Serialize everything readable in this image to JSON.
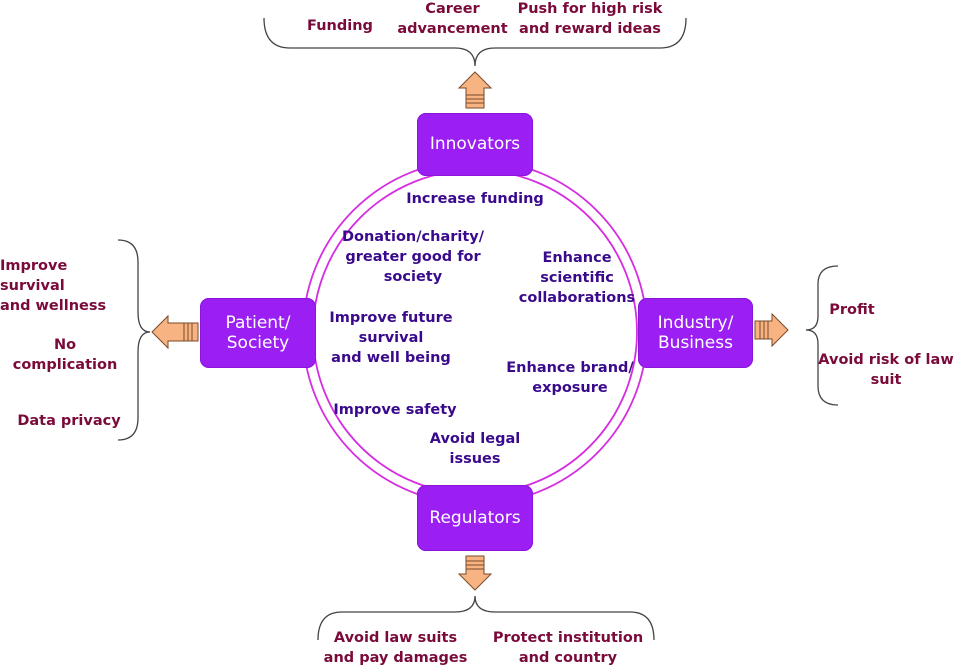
{
  "colors": {
    "box_fill": "#9b1ff2",
    "box_text": "#ffffff",
    "circle_stroke": "#d52ee0",
    "inner_text": "#3a0a8c",
    "outer_text": "#7a0a3a",
    "arrow_fill": "#f7b381",
    "arrow_stroke": "#7a4a2a",
    "brace_stroke": "#444444"
  },
  "stakeholders": {
    "innovators": "Innovators",
    "industry": "Industry/\nBusiness",
    "regulators": "Regulators",
    "patient": "Patient/\nSociety"
  },
  "circle_labels": {
    "increase_funding": "Increase funding",
    "donation": "Donation/charity/\ngreater good for\nsociety",
    "enhance_collab": "Enhance\nscientific\ncollaborations",
    "improve_future": "Improve future\nsurvival\nand well being",
    "enhance_brand": "Enhance brand/\nexposure",
    "improve_safety": "Improve safety",
    "avoid_legal": "Avoid legal\nissues"
  },
  "outcomes": {
    "innovators": [
      "Funding",
      "Career\nadvancement",
      "Push for high risk\nand reward ideas"
    ],
    "industry": [
      "Profit",
      "Avoid risk of law\nsuit"
    ],
    "regulators": [
      "Avoid law suits\nand pay damages",
      "Protect institution\nand country"
    ],
    "patient": [
      "Improve survival\nand wellness",
      "No complication",
      "Data privacy"
    ]
  },
  "icons": {
    "up_arrow": "arrow-up-icon",
    "right_arrow": "arrow-right-icon",
    "down_arrow": "arrow-down-icon",
    "left_arrow": "arrow-left-icon"
  }
}
